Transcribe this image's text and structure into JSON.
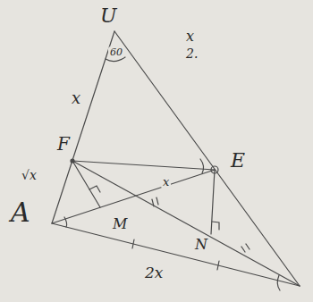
{
  "diagram": {
    "labels": [
      "U",
      "60",
      "x",
      "x",
      "2.",
      "F",
      "E",
      "A",
      "√x",
      "M",
      "N",
      "x",
      "2x"
    ]
  }
}
